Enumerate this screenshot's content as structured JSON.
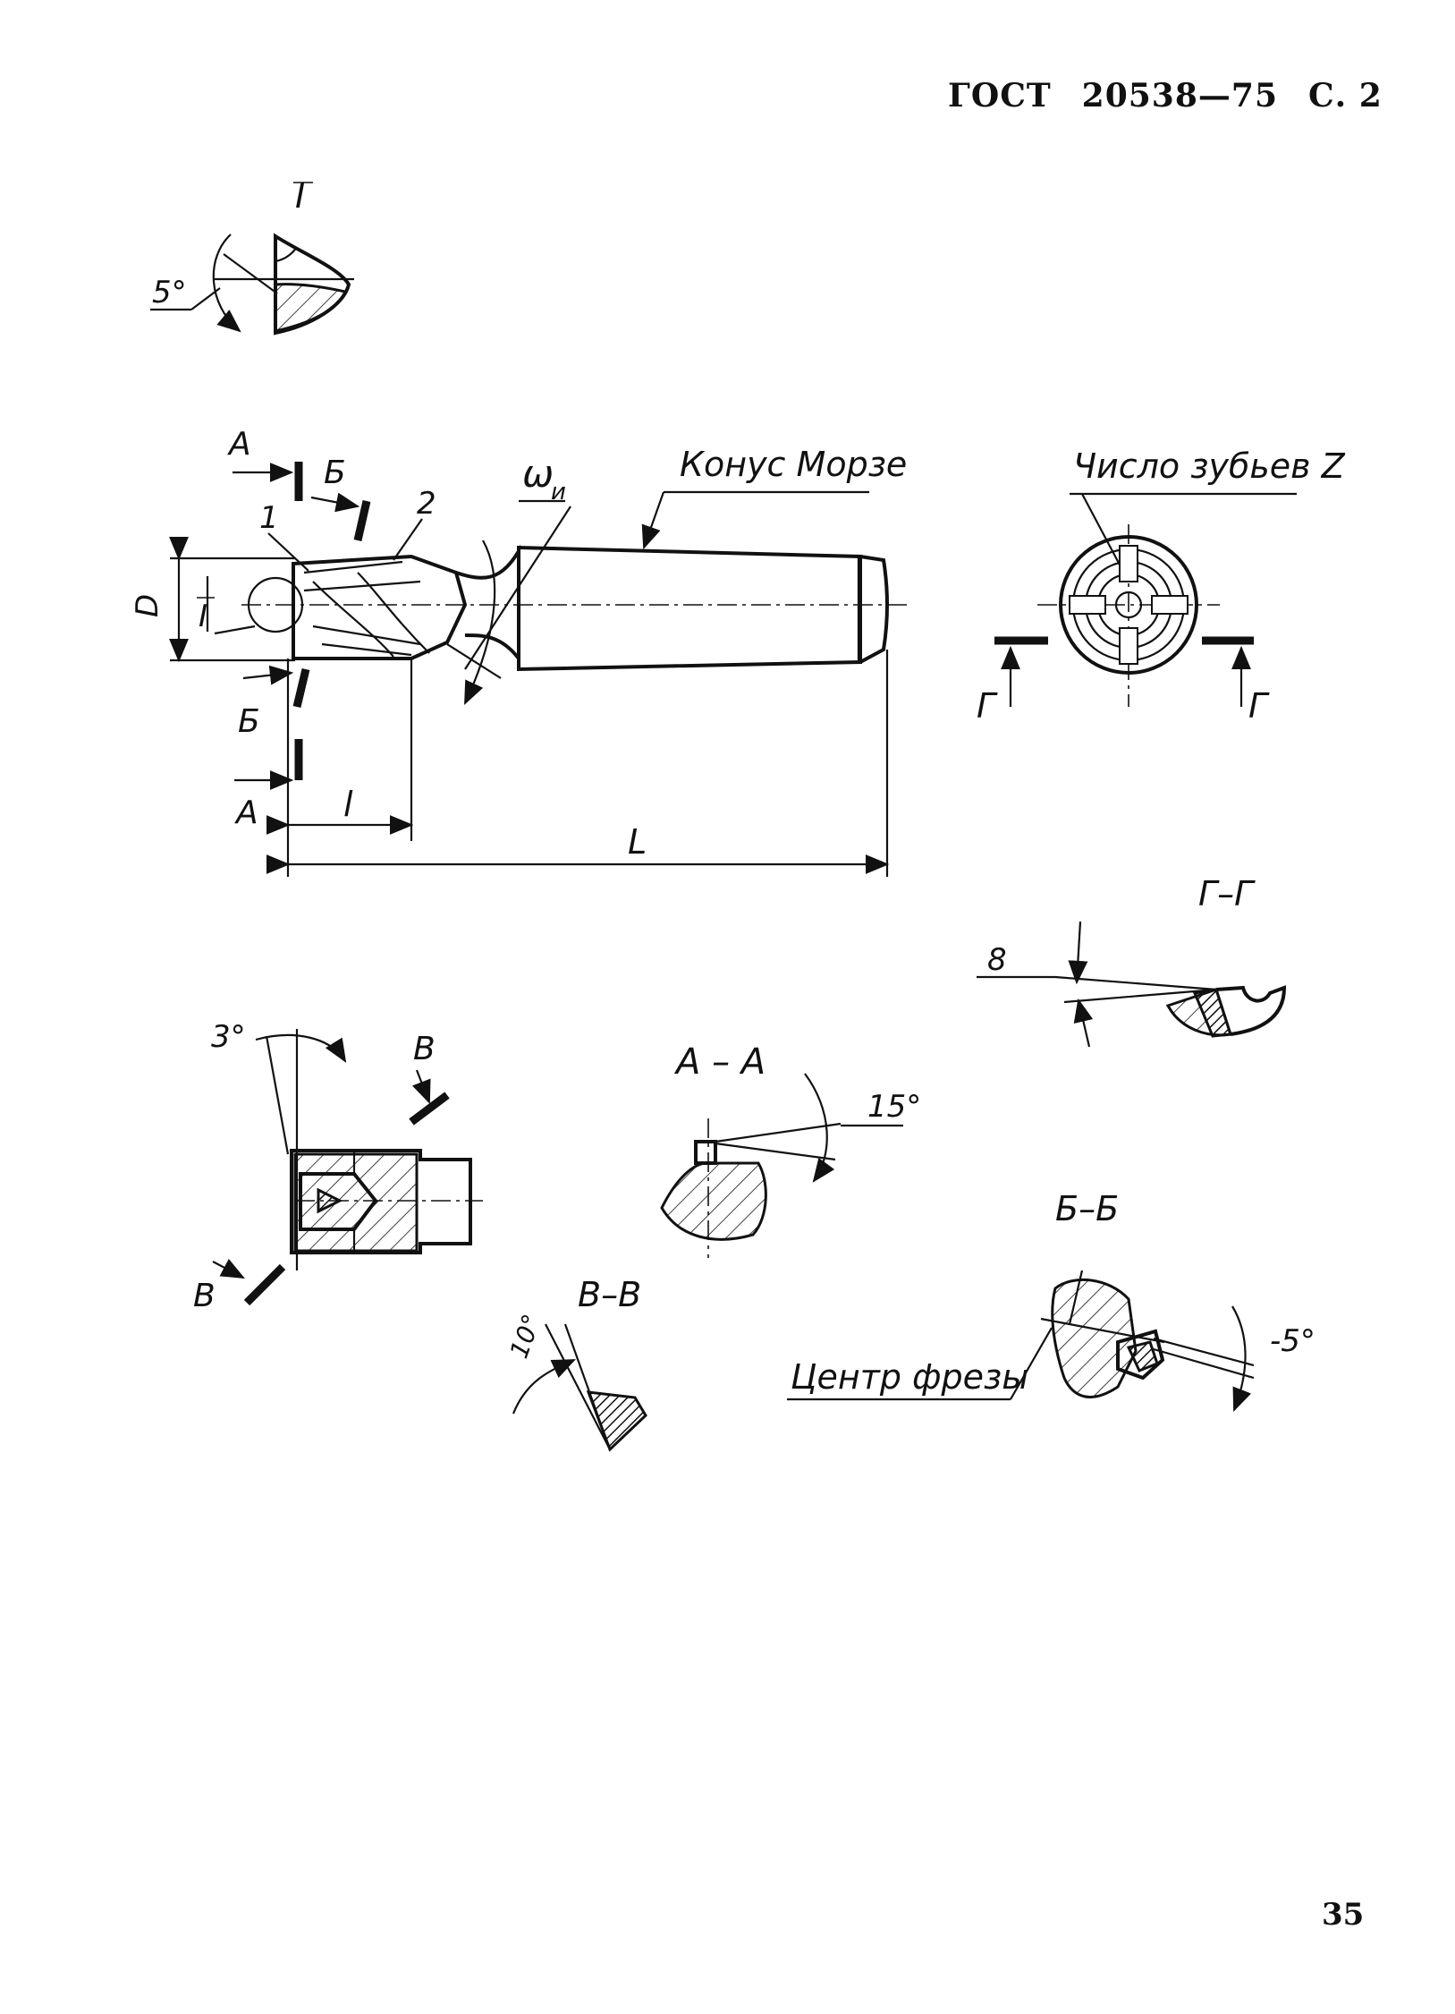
{
  "header": {
    "standard": "ГОСТ",
    "number": "20538—75",
    "page": "С. 2"
  },
  "page_number": "35",
  "labels": {
    "detail_top": "I",
    "angle_5": "5°",
    "section_a_top": "А",
    "section_b_top": "Б",
    "part_1": "1",
    "part_2": "2",
    "omega": "ω",
    "omega_sub": "и",
    "morse_cone": "Конус Морзе",
    "teeth_count": "Число зубьев Z",
    "dim_D": "D",
    "detail_I": "I",
    "section_b_bottom": "Б",
    "section_a_bottom": "А",
    "dim_l": "l",
    "dim_L": "L",
    "section_g_left": "Г",
    "section_g_right": "Г",
    "section_gg": "Г–Г",
    "dim_8": "8",
    "angle_3": "3°",
    "section_v_top": "В",
    "section_v_bottom": "В",
    "section_aa": "А – А",
    "angle_15": "15°",
    "section_bb": "Б–Б",
    "section_vv": "В–В",
    "angle_10": "10°",
    "cutter_center": "Центр фрезы",
    "angle_minus5": "-5°"
  }
}
